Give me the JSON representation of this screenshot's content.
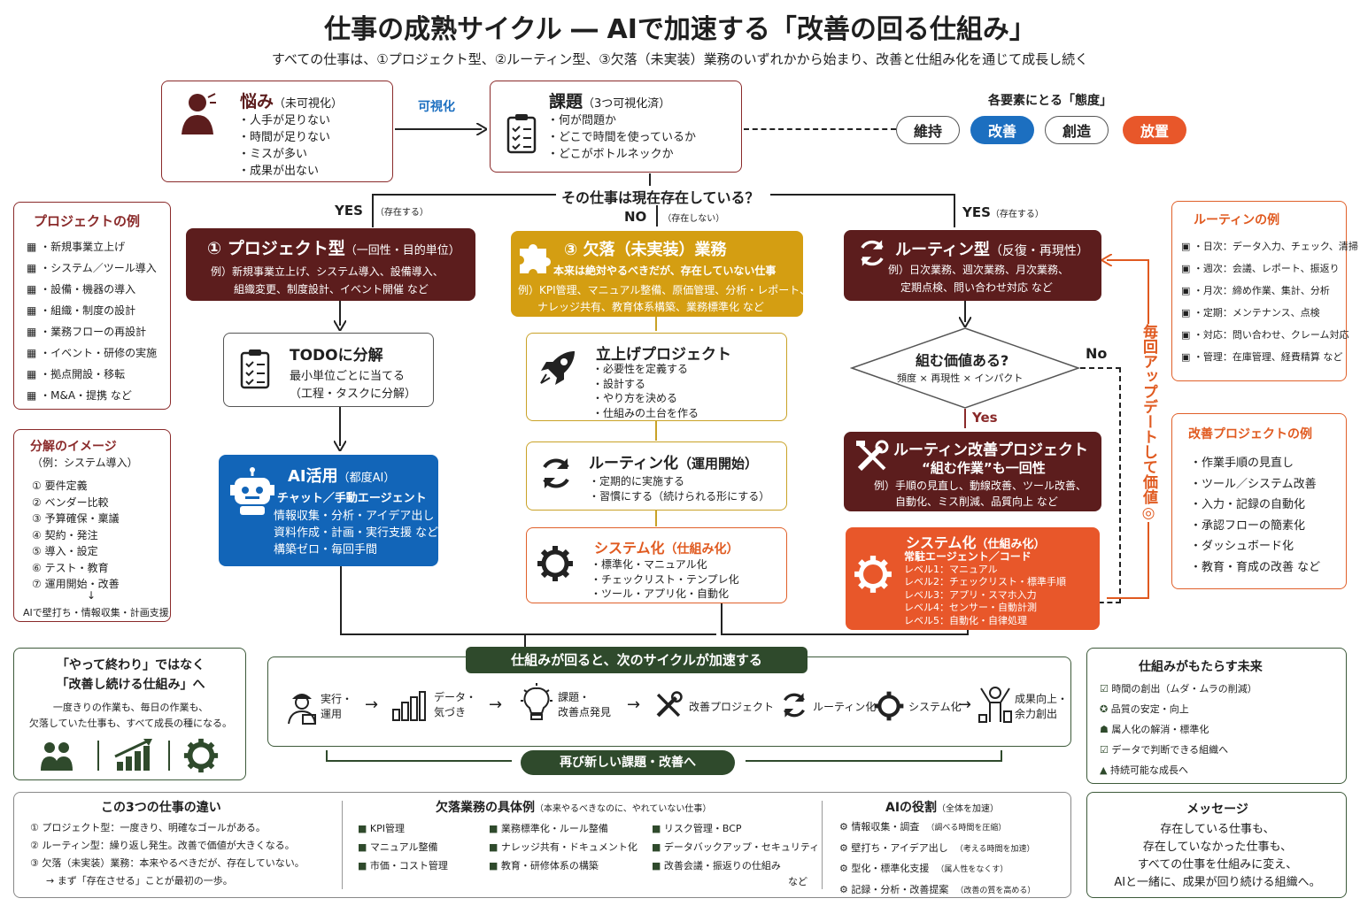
{
  "title": "仕事の成熟サイクル ― AIで加速する「改善の回る仕組み」",
  "subtitle": "すべての仕事は、①プロジェクト型、②ルーティン型、③欠落（未実装）業務のいずれかから始まり、改善と仕組み化を通じて成長し続く",
  "worry": {
    "title": "悩み",
    "sub": "（未可視化）",
    "items": [
      "・人手が足りない",
      "・時間が足りない",
      "・ミスが多い",
      "・成果が出ない"
    ]
  },
  "visualize_label": "可視化",
  "issue": {
    "title": "課題",
    "sub": "（3つ可視化済）",
    "items": [
      "・何が問題か",
      "・どこで時間を使っているか",
      "・どこがボトルネックか"
    ]
  },
  "attitude": {
    "title": "各要素にとる「態度」",
    "pills": [
      "維持",
      "改善",
      "創造",
      "放置"
    ]
  },
  "question": "その仕事は現在存在している？",
  "branch": {
    "yes_left": "YES",
    "yes_left_sub": "（存在する）",
    "no": "NO",
    "no_sub": "（存在しない）",
    "yes_right": "YES",
    "yes_right_sub": "（存在する）"
  },
  "project_examples": {
    "title": "プロジェクトの例",
    "items": [
      "・新規事業立上げ",
      "・システム／ツール導入",
      "・設備・機器の導入",
      "・組織・制度の設計",
      "・業務フローの再設計",
      "・イベント・研修の実施",
      "・拠点開設・移転",
      "・M&A・提携 など"
    ]
  },
  "decompose": {
    "title": "分解のイメージ",
    "sub": "（例：システム導入）",
    "items": [
      "① 要件定義",
      "② ベンダー比較",
      "③ 予算確保・稟議",
      "④ 契約・発注",
      "⑤ 導入・設定",
      "⑥ テスト・教育",
      "⑦ 運用開始・改善"
    ],
    "footer": "AIで壁打ち・情報収集・計画支援"
  },
  "project_type": {
    "num": "①",
    "title": "プロジェクト型",
    "sub": "（一回性・目的単位）",
    "example": "例）新規事業立上げ、システム導入、設備導入、",
    "example2": "組織変更、制度設計、イベント開催 など"
  },
  "todo": {
    "title": "TODOに分解",
    "l1": "最小単位ごとに当てる",
    "l2": "（工程・タスクに分解）"
  },
  "ai_use": {
    "title": "AI活用",
    "sub": "（都度AI）",
    "l1": "チャット／手動エージェント",
    "l2": "情報収集・分析・アイデア出し",
    "l3": "資料作成・計画・実行支援 など",
    "l4": "構築ゼロ・毎回手間"
  },
  "missing_type": {
    "num": "③",
    "title": "欠落（未実装）業務",
    "l1": "本来は絶対やるべきだが、存在していない仕事",
    "l2": "例）KPI管理、マニュアル整備、原価管理、分析・レポート、",
    "l3": "ナレッジ共有、教育体系構築、業務標準化 など"
  },
  "launch": {
    "title": "立上げプロジェクト",
    "items": [
      "・必要性を定義する",
      "・設計する",
      "・やり方を決める",
      "・仕組みの土台を作る"
    ]
  },
  "routinize": {
    "title": "ルーティン化",
    "sub": "（運用開始）",
    "items": [
      "・定期的に実施する",
      "・習慣にする（続けられる形にする）"
    ]
  },
  "systemize_mid": {
    "title": "システム化",
    "sub": "（仕組み化）",
    "items": [
      "・標準化・マニュアル化",
      "・チェックリスト・テンプレ化",
      "・ツール・アプリ化・自動化"
    ]
  },
  "routine_type": {
    "title": "ルーティン型",
    "sub": "（反復・再現性）",
    "l1": "例）日次業務、週次業務、月次業務、",
    "l2": "定期点検、問い合わせ対応 など"
  },
  "value_q": {
    "title": "組む価値ある?",
    "sub": "頻度 × 再現性 × インパクト",
    "yes": "Yes",
    "no": "No"
  },
  "routine_improve": {
    "title": "ルーティン改善プロジェクト",
    "sub": "“組む作業”も一回性",
    "l1": "例）手順の見直し、動線改善、ツール改善、",
    "l2": "自動化、ミス削減、品質向上 など"
  },
  "systemize_right": {
    "title": "システム化",
    "sub": "（仕組み化）",
    "items": [
      "常駐エージェント／コード",
      "レベル1：マニュアル",
      "レベル2：チェックリスト・標準手順",
      "レベル3：アプリ・スマホ入力",
      "レベル4：センサー・自動計測",
      "レベル5：自動化・自律処理"
    ]
  },
  "update_label": "毎回アップデートして価値◎",
  "routine_examples": {
    "title": "ルーティンの例",
    "items": [
      "・日次：データ入力、チェック、清掃",
      "・週次：会議、レポート、振返り",
      "・月次：締め作業、集計、分析",
      "・定期：メンテナンス、点検",
      "・対応：問い合わせ、クレーム対応",
      "・管理：在庫管理、経費精算 など"
    ]
  },
  "improve_examples": {
    "title": "改善プロジェクトの例",
    "items": [
      "・作業手順の見直し",
      "・ツール／システム改善",
      "・入力・記録の自動化",
      "・承認フローの簡素化",
      "・ダッシュボード化",
      "・教育・育成の改善 など"
    ]
  },
  "cycle": {
    "banner": "仕組みが回ると、次のサイクルが加速する",
    "steps": [
      "実行・\n運用",
      "データ・\n気づき",
      "課題・\n改善点発見",
      "改善プロジェクト",
      "ルーティン化",
      "システム化",
      "成果向上・\n余力創出"
    ],
    "back": "再び新しい課題・改善へ"
  },
  "keep": {
    "l1": "「やって終わり」ではなく",
    "l2": "「改善し続ける仕組み」へ",
    "d1": "一度きりの作業も、毎日の作業も、",
    "d2": "欠落していた仕事も、すべて成長の種になる。"
  },
  "future": {
    "title": "仕組みがもたらす未来",
    "items": [
      "時間の創出（ムダ・ムラの削減）",
      "品質の安定・向上",
      "属人化の解消・標準化",
      "データで判断できる組織へ",
      "持続可能な成長へ"
    ]
  },
  "diff": {
    "title": "この3つの仕事の違い",
    "items": [
      "① プロジェクト型：一度きり、明確なゴールがある。",
      "② ルーティン型：繰り返し発生。改善で価値が大きくなる。",
      "③ 欠落（未実装）業務：本来やるべきだが、存在していない。",
      "→ まず「存在させる」ことが最初の一歩。"
    ]
  },
  "missing_ex": {
    "title": "欠落業務の具体例",
    "sub": "（本来やるべきなのに、やれていない仕事）",
    "col1": [
      "KPI管理",
      "マニュアル整備",
      "市価・コスト管理"
    ],
    "col2": [
      "業務標準化・ルール整備",
      "ナレッジ共有・ドキュメント化",
      "教育・研修体系の構築"
    ],
    "col3": [
      "リスク管理・BCP",
      "データバックアップ・セキュリティ",
      "改善会議・振返りの仕組み"
    ],
    "etc": "など"
  },
  "ai_role": {
    "title": "AIの役割",
    "sub": "（全体を加速）",
    "items": [
      [
        "情報収集・調査",
        "（調べる時間を圧縮）"
      ],
      [
        "壁打ち・アイデア出し",
        "（考える時間を加速）"
      ],
      [
        "型化・標準化支援",
        "（属人性をなくす）"
      ],
      [
        "記録・分析・改善提案",
        "（改善の質を高める）"
      ]
    ]
  },
  "message": {
    "title": "メッセージ",
    "lines": [
      "存在している仕事も、",
      "存在していなかった仕事も、",
      "すべての仕事を仕組みに変え、",
      "AIと一緒に、成果が回り続ける組織へ。"
    ]
  },
  "colors": {
    "darkred": "#5c1d1d",
    "gold": "#d49e12",
    "orange": "#e8572a",
    "blue": "#1265b8",
    "green": "#2f4a2c"
  }
}
